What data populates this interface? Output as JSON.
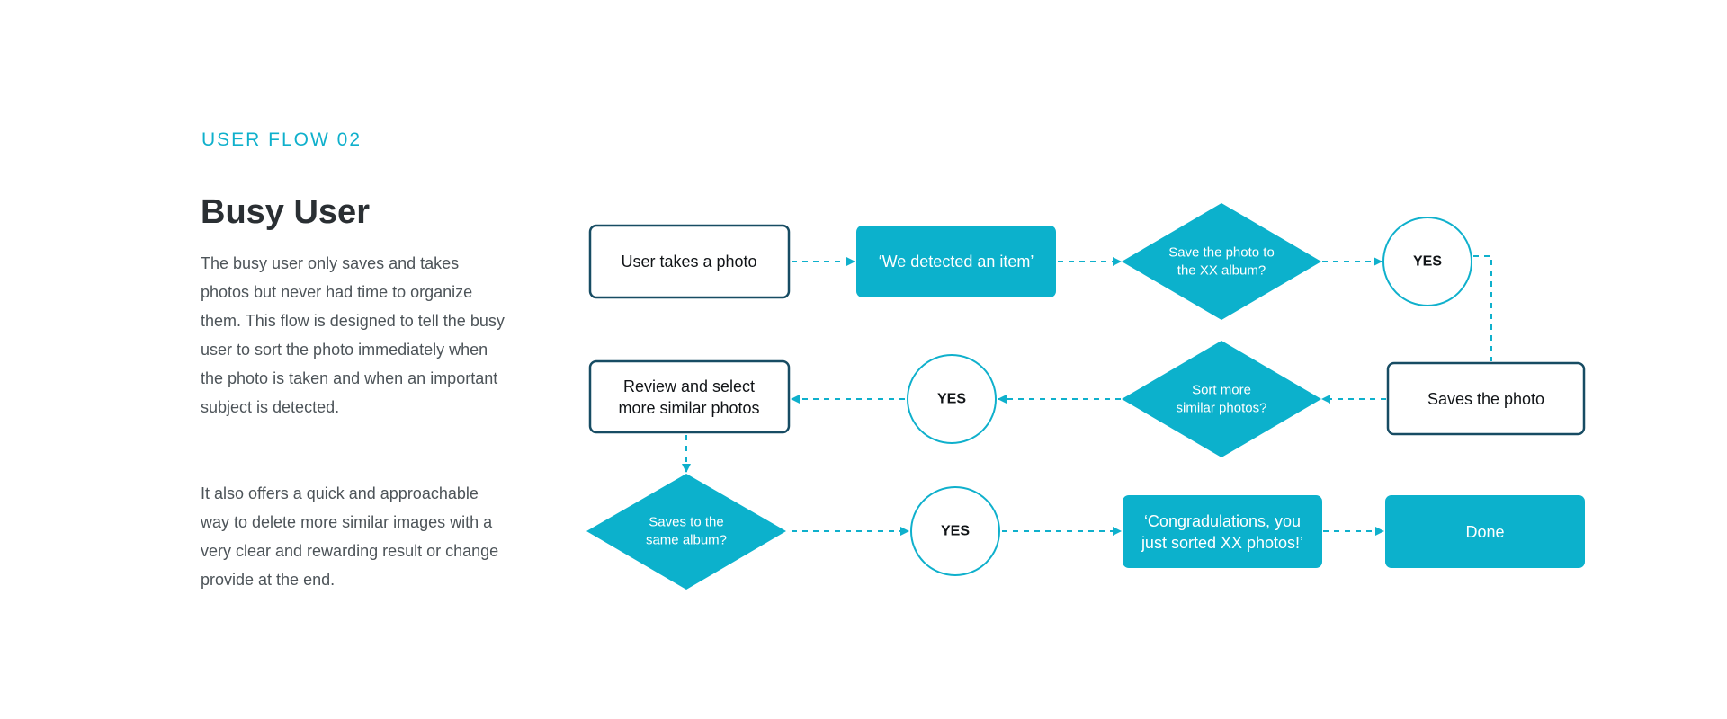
{
  "header": {
    "eyebrow": "USER FLOW 02",
    "title": "Busy User"
  },
  "description": {
    "p1": "The busy user only saves and takes photos but never had time to organize them. This flow is designed to tell the busy user to sort the photo immediately when the photo is taken and when an important subject is detected.",
    "p2": "It also offers a quick and approachable way to delete more similar images with a very clear and rewarding result or change provide at the end."
  },
  "flow": {
    "user_takes_photo": "User takes a photo",
    "detected_item": "‘We detected an item’",
    "save_to_album": [
      "Save the photo to",
      "the XX album?"
    ],
    "yes_1": "YES",
    "saves_photo": "Saves the photo",
    "sort_more": [
      "Sort more",
      "similar photos?"
    ],
    "yes_2": "YES",
    "review_select": [
      "Review and select",
      "more similar photos"
    ],
    "saves_same_album": [
      "Saves to the",
      "same album?"
    ],
    "yes_3": "YES",
    "congrats": [
      "‘Congradulations, you",
      "just sorted XX photos!’"
    ],
    "done": "Done"
  },
  "colors": {
    "accent": "#0cb1cc",
    "outline": "#174c63",
    "text_dark": "#2a2f33",
    "text_body": "#4d5459"
  }
}
